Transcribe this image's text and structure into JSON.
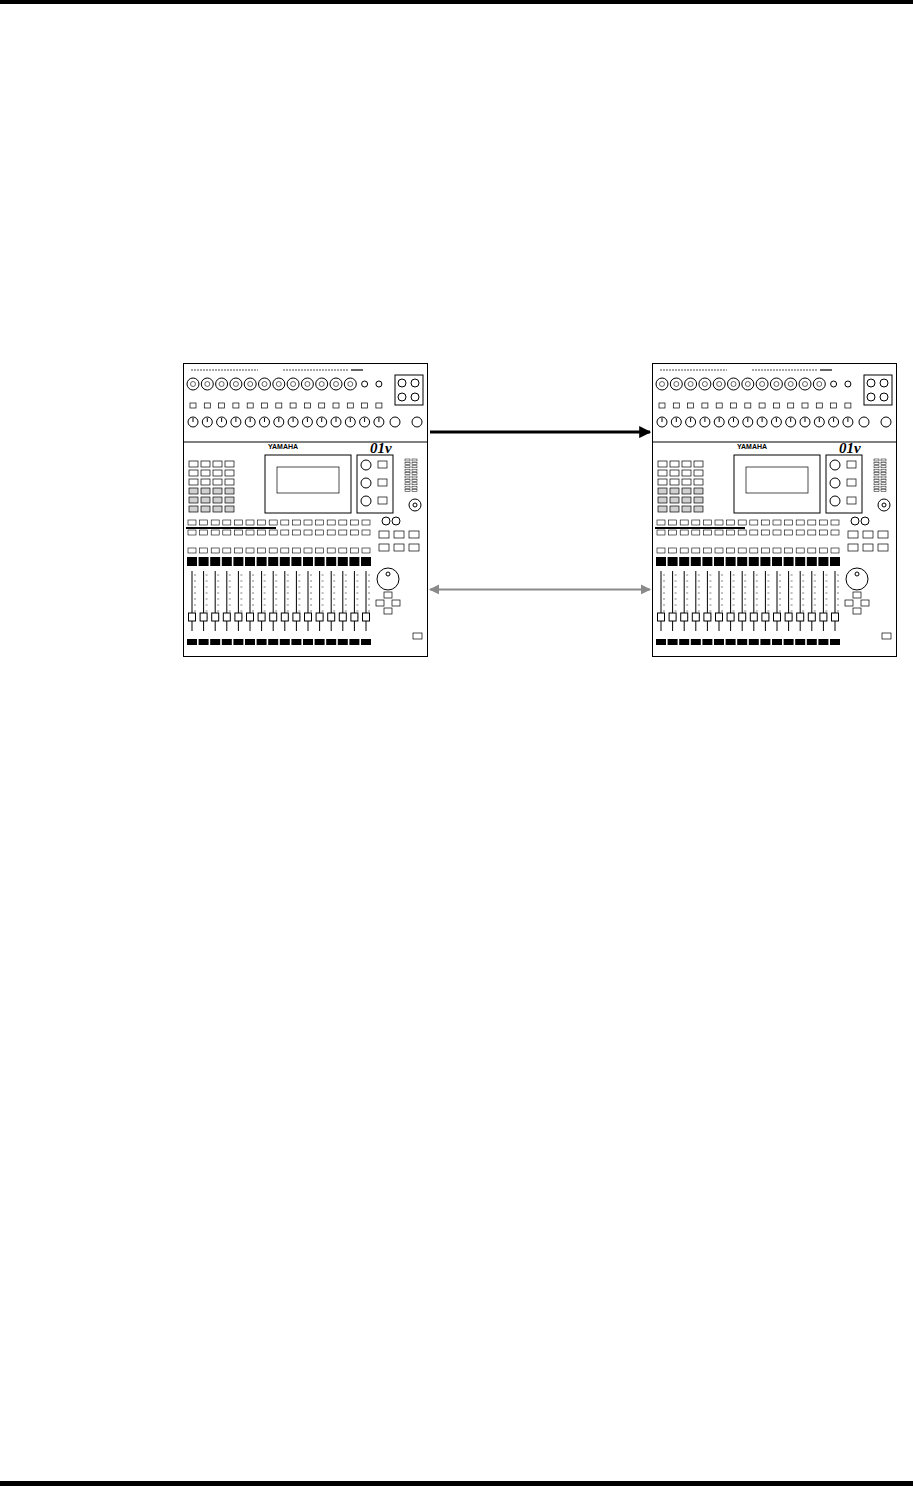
{
  "diagram": {
    "nodes": [
      {
        "text": [
          "YAMAHA",
          "01v"
        ]
      },
      {
        "text": [
          "YAMAHA",
          "01v"
        ]
      }
    ],
    "edges": [
      {
        "from": 0,
        "to": 1,
        "arrow": "to"
      },
      {
        "from": 0,
        "to": 1,
        "arrow": "both"
      }
    ]
  }
}
